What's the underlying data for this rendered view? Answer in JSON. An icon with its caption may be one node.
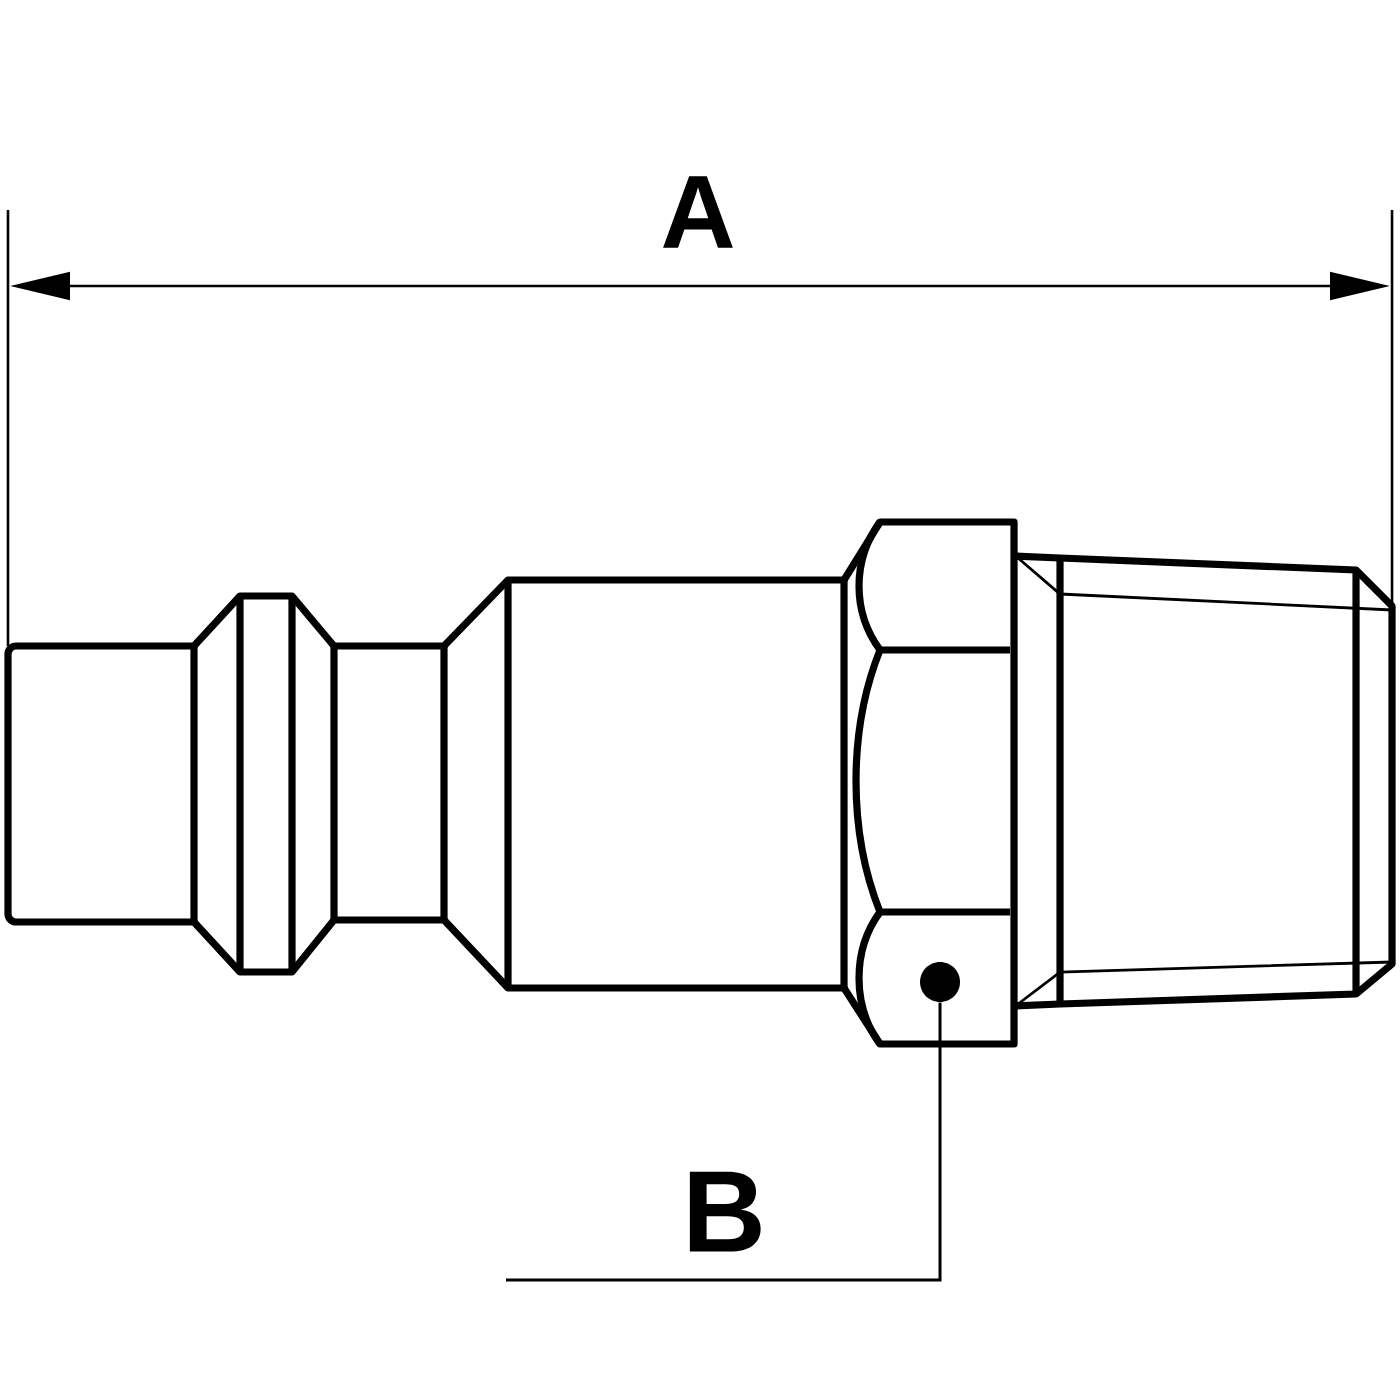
{
  "diagram": {
    "nodes": [
      {
        "text": [
          "B"
        ]
      },
      {
        "text": [],
        "shape": "circle"
      }
    ],
    "edges": [
      {
        "from": 0,
        "to": 1,
        "arrow": "none"
      }
    ],
    "labels": [
      "A"
    ]
  }
}
